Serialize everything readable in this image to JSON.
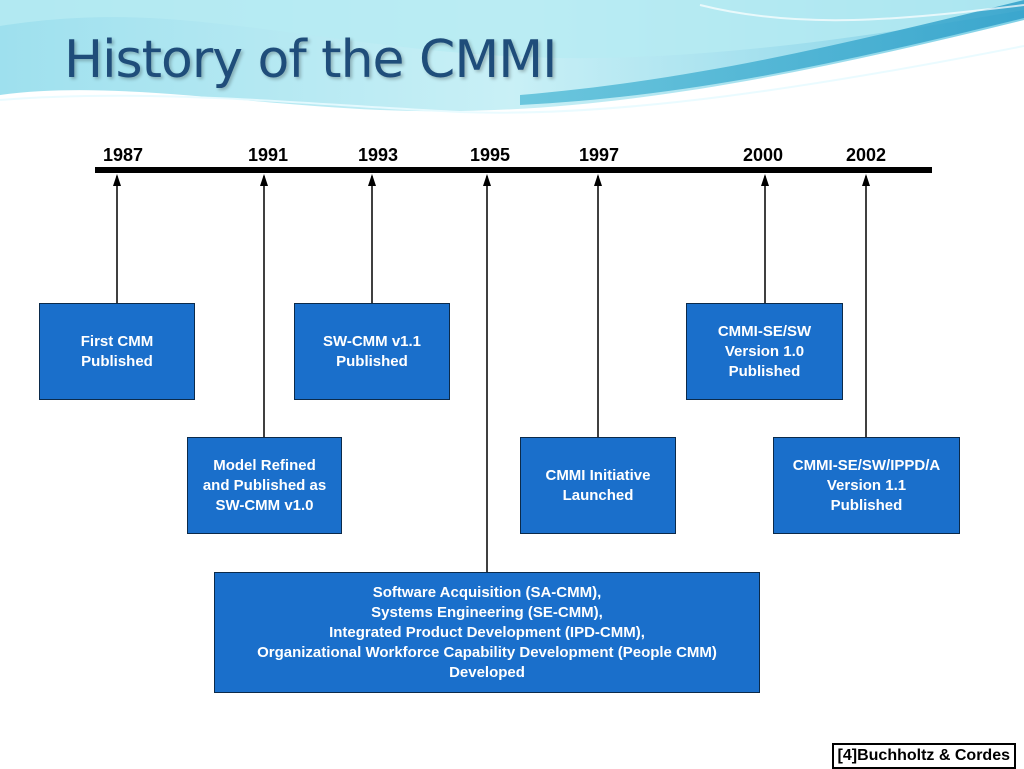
{
  "title": "History of the CMMI",
  "colors": {
    "title": "#1f4d7a",
    "box_fill": "#1a6fcb",
    "box_border": "#0b2a4a",
    "timeline": "#000000"
  },
  "timeline": {
    "years": [
      "1987",
      "1991",
      "1993",
      "1995",
      "1997",
      "2000",
      "2002"
    ]
  },
  "events": [
    {
      "year": "1987",
      "text": "First CMM\nPublished"
    },
    {
      "year": "1991",
      "text": "Model Refined\nand Published as\nSW-CMM v1.0"
    },
    {
      "year": "1993",
      "text": "SW-CMM v1.1\nPublished"
    },
    {
      "year": "1995",
      "text": "Software Acquisition (SA-CMM),\nSystems Engineering (SE-CMM),\nIntegrated Product Development (IPD-CMM),\nOrganizational Workforce Capability Development (People CMM)\nDeveloped"
    },
    {
      "year": "1997",
      "text": "CMMI Initiative\nLaunched"
    },
    {
      "year": "2000",
      "text": "CMMI-SE/SW\nVersion 1.0\nPublished"
    },
    {
      "year": "2002",
      "text": "CMMI-SE/SW/IPPD/A\nVersion 1.1\nPublished"
    }
  ],
  "citation": "[4]Buchholtz & Cordes"
}
